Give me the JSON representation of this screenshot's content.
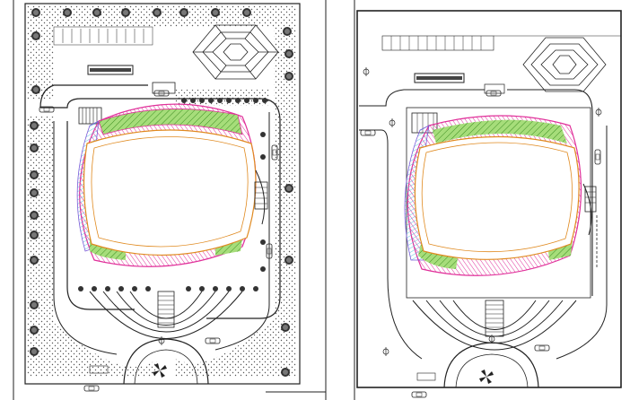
{
  "drawing": {
    "panels": [
      {
        "id": "left-plan",
        "variant": "landscaped"
      },
      {
        "id": "right-plan",
        "variant": "outline"
      }
    ],
    "colors": {
      "line": "#1a1a1a",
      "hatch_dots": "#555555",
      "tree": "#3a3a3a",
      "roof_magenta": "#e0309a",
      "roof_orange": "#e08a20",
      "roof_green": "#5cb83a",
      "roof_cyan": "#3ab8d8",
      "roof_violet": "#7a5ad8"
    },
    "icons": [
      "tree-icon",
      "car-icon",
      "north-arrow-icon",
      "fan-icon"
    ]
  }
}
